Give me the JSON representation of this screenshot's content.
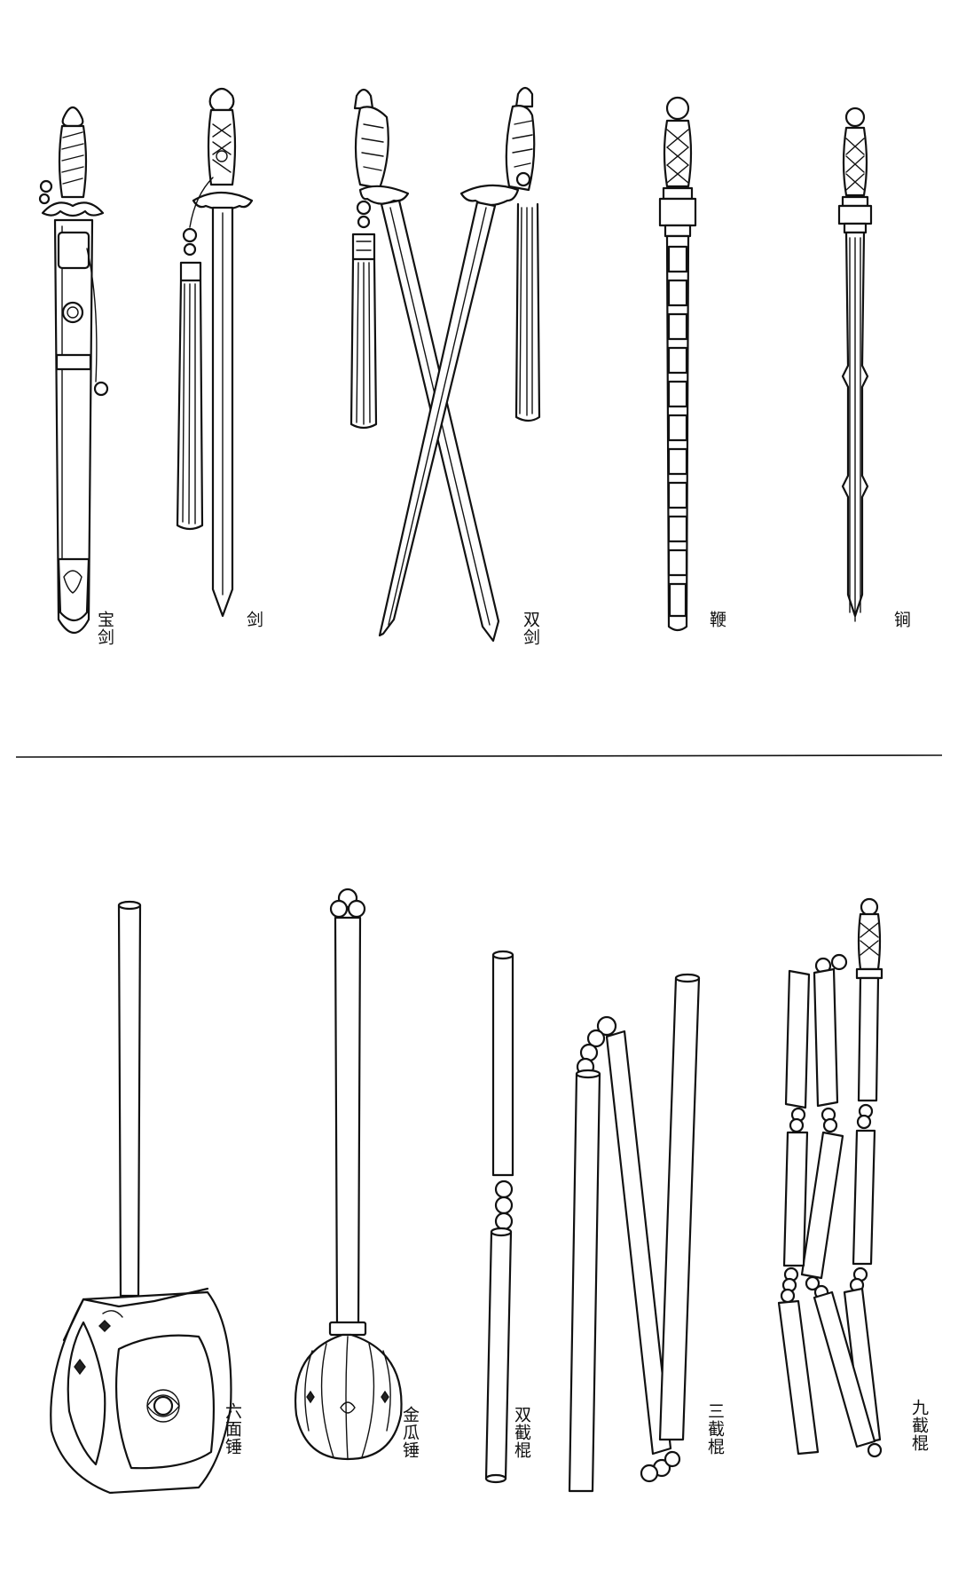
{
  "top_row": [
    {
      "id": "baojian",
      "label": "宝剑"
    },
    {
      "id": "jian",
      "label": "剑"
    },
    {
      "id": "shuangjian",
      "label": "双剑"
    },
    {
      "id": "bian",
      "label": "鞭"
    },
    {
      "id": "jian2",
      "label": "锏"
    }
  ],
  "bottom_row": [
    {
      "id": "liumianchui",
      "label": "六面锤"
    },
    {
      "id": "jinguachui",
      "label": "金瓜锤"
    },
    {
      "id": "shuangjiegun",
      "label": "双截棍"
    },
    {
      "id": "sanjiegun",
      "label": "三截棍"
    },
    {
      "id": "jiujiegun",
      "label": "九截棍"
    }
  ],
  "colors": {
    "ink": "#111111",
    "paper": "#ffffff"
  }
}
